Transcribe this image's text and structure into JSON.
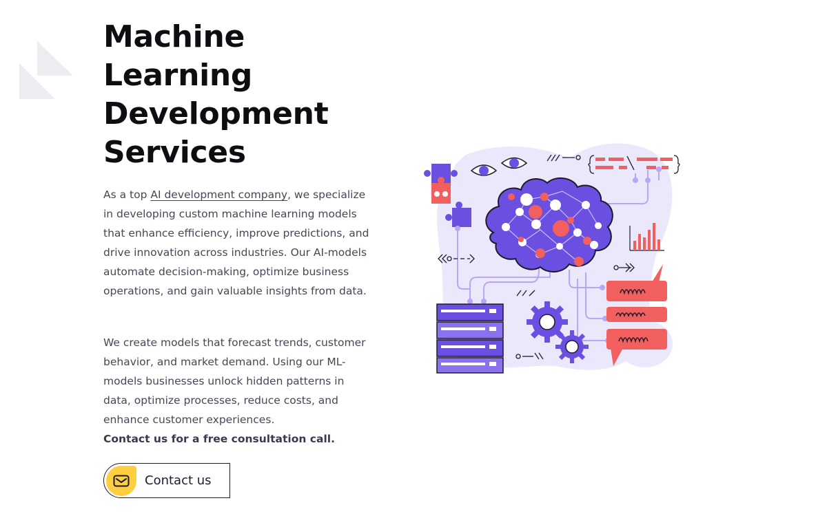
{
  "hero": {
    "title": "Machine Learning Development Services",
    "paragraph1": {
      "before_link": "As a top ",
      "link_text": "AI development company",
      "after_link": ", we specialize in developing custom machine learning models that enhance efficiency, improve predictions, and drive innovation across industries. Our AI-models automate decision-making, optimize business operations, and gain valuable insights from data."
    },
    "paragraph2": {
      "text": "We create models that forecast trends, customer behavior, and market demand. Using our ML-models businesses unlock hidden patterns in data, optimize processes, reduce costs, and enhance customer experiences.",
      "cta": "Contact us for a free consultation call."
    },
    "contact_button": {
      "label": "Contact us",
      "icon": "envelope-icon"
    },
    "illustration": "ml-brain-illustration"
  },
  "colors": {
    "purple": "#6b4fe0",
    "lavender": "#ece8fb",
    "coral": "#f25f5f",
    "yellow": "#ffcf3f",
    "ink": "#0e0e12"
  }
}
